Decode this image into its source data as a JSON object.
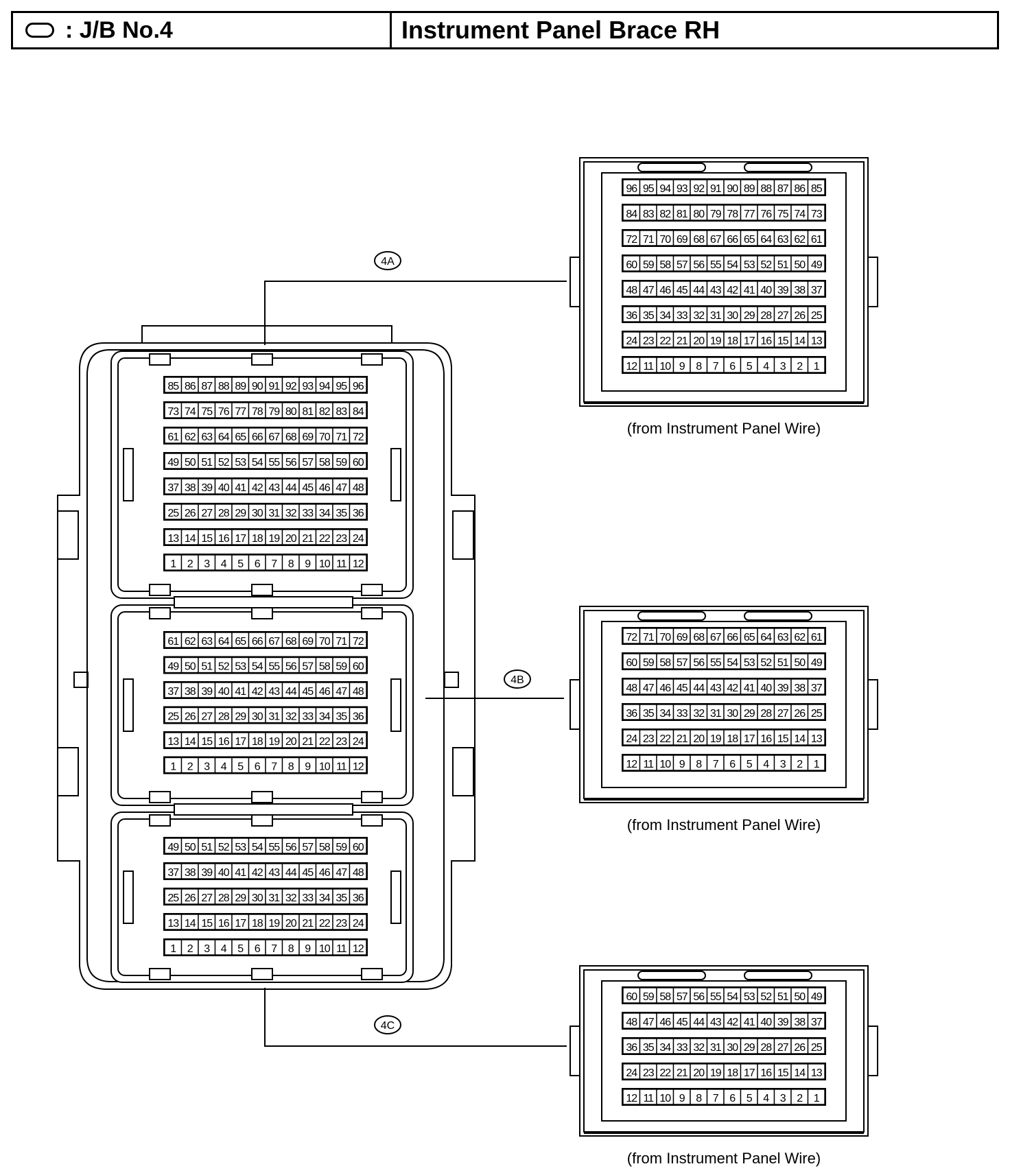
{
  "header": {
    "icon": "oval-connector-icon",
    "id_text": ": J/B No.4",
    "title": "Instrument Panel Brace RH"
  },
  "jb_connectors": [
    {
      "id": "4A",
      "label": "4A",
      "rows": [
        [
          "85",
          "86",
          "87",
          "88",
          "89",
          "90",
          "91",
          "92",
          "93",
          "94",
          "95",
          "96"
        ],
        [
          "73",
          "74",
          "75",
          "76",
          "77",
          "78",
          "79",
          "80",
          "81",
          "82",
          "83",
          "84"
        ],
        [
          "61",
          "62",
          "63",
          "64",
          "65",
          "66",
          "67",
          "68",
          "69",
          "70",
          "71",
          "72"
        ],
        [
          "49",
          "50",
          "51",
          "52",
          "53",
          "54",
          "55",
          "56",
          "57",
          "58",
          "59",
          "60"
        ],
        [
          "37",
          "38",
          "39",
          "40",
          "41",
          "42",
          "43",
          "44",
          "45",
          "46",
          "47",
          "48"
        ],
        [
          "25",
          "26",
          "27",
          "28",
          "29",
          "30",
          "31",
          "32",
          "33",
          "34",
          "35",
          "36"
        ],
        [
          "13",
          "14",
          "15",
          "16",
          "17",
          "18",
          "19",
          "20",
          "21",
          "22",
          "23",
          "24"
        ],
        [
          "1",
          "2",
          "3",
          "4",
          "5",
          "6",
          "7",
          "8",
          "9",
          "10",
          "11",
          "12"
        ]
      ]
    },
    {
      "id": "4B",
      "label": "4B",
      "rows": [
        [
          "61",
          "62",
          "63",
          "64",
          "65",
          "66",
          "67",
          "68",
          "69",
          "70",
          "71",
          "72"
        ],
        [
          "49",
          "50",
          "51",
          "52",
          "53",
          "54",
          "55",
          "56",
          "57",
          "58",
          "59",
          "60"
        ],
        [
          "37",
          "38",
          "39",
          "40",
          "41",
          "42",
          "43",
          "44",
          "45",
          "46",
          "47",
          "48"
        ],
        [
          "25",
          "26",
          "27",
          "28",
          "29",
          "30",
          "31",
          "32",
          "33",
          "34",
          "35",
          "36"
        ],
        [
          "13",
          "14",
          "15",
          "16",
          "17",
          "18",
          "19",
          "20",
          "21",
          "22",
          "23",
          "24"
        ],
        [
          "1",
          "2",
          "3",
          "4",
          "5",
          "6",
          "7",
          "8",
          "9",
          "10",
          "11",
          "12"
        ]
      ]
    },
    {
      "id": "4C",
      "label": "4C",
      "rows": [
        [
          "49",
          "50",
          "51",
          "52",
          "53",
          "54",
          "55",
          "56",
          "57",
          "58",
          "59",
          "60"
        ],
        [
          "37",
          "38",
          "39",
          "40",
          "41",
          "42",
          "43",
          "44",
          "45",
          "46",
          "47",
          "48"
        ],
        [
          "25",
          "26",
          "27",
          "28",
          "29",
          "30",
          "31",
          "32",
          "33",
          "34",
          "35",
          "36"
        ],
        [
          "13",
          "14",
          "15",
          "16",
          "17",
          "18",
          "19",
          "20",
          "21",
          "22",
          "23",
          "24"
        ],
        [
          "1",
          "2",
          "3",
          "4",
          "5",
          "6",
          "7",
          "8",
          "9",
          "10",
          "11",
          "12"
        ]
      ]
    }
  ],
  "wire_connectors": [
    {
      "id": "4A",
      "caption": "(from Instrument Panel Wire)",
      "rows": [
        [
          "96",
          "95",
          "94",
          "93",
          "92",
          "91",
          "90",
          "89",
          "88",
          "87",
          "86",
          "85"
        ],
        [
          "84",
          "83",
          "82",
          "81",
          "80",
          "79",
          "78",
          "77",
          "76",
          "75",
          "74",
          "73"
        ],
        [
          "72",
          "71",
          "70",
          "69",
          "68",
          "67",
          "66",
          "65",
          "64",
          "63",
          "62",
          "61"
        ],
        [
          "60",
          "59",
          "58",
          "57",
          "56",
          "55",
          "54",
          "53",
          "52",
          "51",
          "50",
          "49"
        ],
        [
          "48",
          "47",
          "46",
          "45",
          "44",
          "43",
          "42",
          "41",
          "40",
          "39",
          "38",
          "37"
        ],
        [
          "36",
          "35",
          "34",
          "33",
          "32",
          "31",
          "30",
          "29",
          "28",
          "27",
          "26",
          "25"
        ],
        [
          "24",
          "23",
          "22",
          "21",
          "20",
          "19",
          "18",
          "17",
          "16",
          "15",
          "14",
          "13"
        ],
        [
          "12",
          "11",
          "10",
          "9",
          "8",
          "7",
          "6",
          "5",
          "4",
          "3",
          "2",
          "1"
        ]
      ]
    },
    {
      "id": "4B",
      "caption": "(from Instrument Panel Wire)",
      "rows": [
        [
          "72",
          "71",
          "70",
          "69",
          "68",
          "67",
          "66",
          "65",
          "64",
          "63",
          "62",
          "61"
        ],
        [
          "60",
          "59",
          "58",
          "57",
          "56",
          "55",
          "54",
          "53",
          "52",
          "51",
          "50",
          "49"
        ],
        [
          "48",
          "47",
          "46",
          "45",
          "44",
          "43",
          "42",
          "41",
          "40",
          "39",
          "38",
          "37"
        ],
        [
          "36",
          "35",
          "34",
          "33",
          "32",
          "31",
          "30",
          "29",
          "28",
          "27",
          "26",
          "25"
        ],
        [
          "24",
          "23",
          "22",
          "21",
          "20",
          "19",
          "18",
          "17",
          "16",
          "15",
          "14",
          "13"
        ],
        [
          "12",
          "11",
          "10",
          "9",
          "8",
          "7",
          "6",
          "5",
          "4",
          "3",
          "2",
          "1"
        ]
      ]
    },
    {
      "id": "4C",
      "caption": "(from Instrument Panel Wire)",
      "rows": [
        [
          "60",
          "59",
          "58",
          "57",
          "56",
          "55",
          "54",
          "53",
          "52",
          "51",
          "50",
          "49"
        ],
        [
          "48",
          "47",
          "46",
          "45",
          "44",
          "43",
          "42",
          "41",
          "40",
          "39",
          "38",
          "37"
        ],
        [
          "36",
          "35",
          "34",
          "33",
          "32",
          "31",
          "30",
          "29",
          "28",
          "27",
          "26",
          "25"
        ],
        [
          "24",
          "23",
          "22",
          "21",
          "20",
          "19",
          "18",
          "17",
          "16",
          "15",
          "14",
          "13"
        ],
        [
          "12",
          "11",
          "10",
          "9",
          "8",
          "7",
          "6",
          "5",
          "4",
          "3",
          "2",
          "1"
        ]
      ]
    }
  ]
}
